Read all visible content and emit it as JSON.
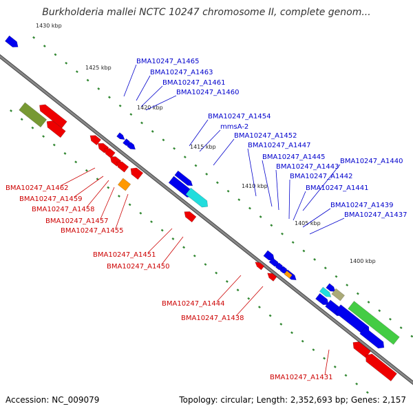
{
  "title": "Burkholderia mallei NCTC 10247 chromosome II, complete genom...",
  "footer": {
    "accession": "Accession: NC_009079",
    "summary": "Topology: circular; Length: 2,352,693 bp; Genes: 2,157"
  },
  "colors": {
    "forward_cds": "#0000ee",
    "reverse_cds": "#ee0000",
    "forward_label": "#0000cc",
    "reverse_label": "#cc0000",
    "backbone": "#888888",
    "tick": "#338833",
    "rna_cyan": "#22dddd",
    "feature_green": "#44cc44",
    "feature_olive": "#779933",
    "feature_orange": "#ff9900",
    "feature_tan": "#aaaa77"
  },
  "ticks": [
    "1430 kbp",
    "1425 kbp",
    "1420 kbp",
    "1415 kbp",
    "1410 kbp",
    "1405 kbp",
    "1400 kbp"
  ],
  "forward_genes": [
    "BMA10247_A1465",
    "BMA10247_A1463",
    "BMA10247_A1461",
    "BMA10247_A1460",
    "BMA10247_A1454",
    "mmsA-2",
    "BMA10247_A1452",
    "BMA10247_A1447",
    "BMA10247_A1445",
    "BMA10247_A1443",
    "BMA10247_A1440",
    "BMA10247_A1442",
    "BMA10247_A1441",
    "BMA10247_A1439",
    "BMA10247_A1437"
  ],
  "reverse_genes": [
    "BMA10247_A1462",
    "BMA10247_A1459",
    "BMA10247_A1458",
    "BMA10247_A1457",
    "BMA10247_A1455",
    "BMA10247_A1451",
    "BMA10247_A1450",
    "BMA10247_A1444",
    "BMA10247_A1438",
    "BMA10247_A1431"
  ]
}
